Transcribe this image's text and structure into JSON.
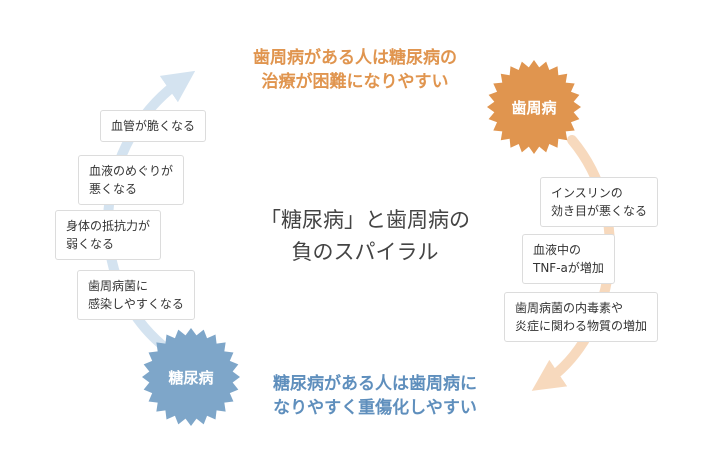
{
  "headline_top": {
    "line1": "歯周病がある人は糖尿病の",
    "line2": "治療が困難になりやすい",
    "color": "#e0954f"
  },
  "headline_bottom": {
    "line1": "糖尿病がある人は歯周病に",
    "line2": "なりやすく重傷化しやすい",
    "color": "#5f8fbd"
  },
  "center_title": {
    "line1": "「糖尿病」と歯周病の",
    "line2": "負のスパイラル"
  },
  "badges": {
    "periodontal": {
      "label": "歯周病",
      "color": "#e0954f"
    },
    "diabetes": {
      "label": "糖尿病",
      "color": "#7ea6c9"
    }
  },
  "left_steps": [
    {
      "lines": [
        "血管が脆くなる"
      ]
    },
    {
      "lines": [
        "血液のめぐりが",
        "悪くなる"
      ]
    },
    {
      "lines": [
        "身体の抵抗力が",
        "弱くなる"
      ]
    },
    {
      "lines": [
        "歯周病菌に",
        "感染しやすくなる"
      ]
    }
  ],
  "right_steps": [
    {
      "lines": [
        "インスリンの",
        "効き目が悪くなる"
      ]
    },
    {
      "lines": [
        "血液中の",
        "TNF-aが増加"
      ]
    },
    {
      "lines": [
        "歯周病菌の内毒素や",
        "炎症に関わる物質の増加"
      ]
    }
  ],
  "arrow_colors": {
    "left": "#d4e3f0",
    "right": "#f7d9bd"
  }
}
